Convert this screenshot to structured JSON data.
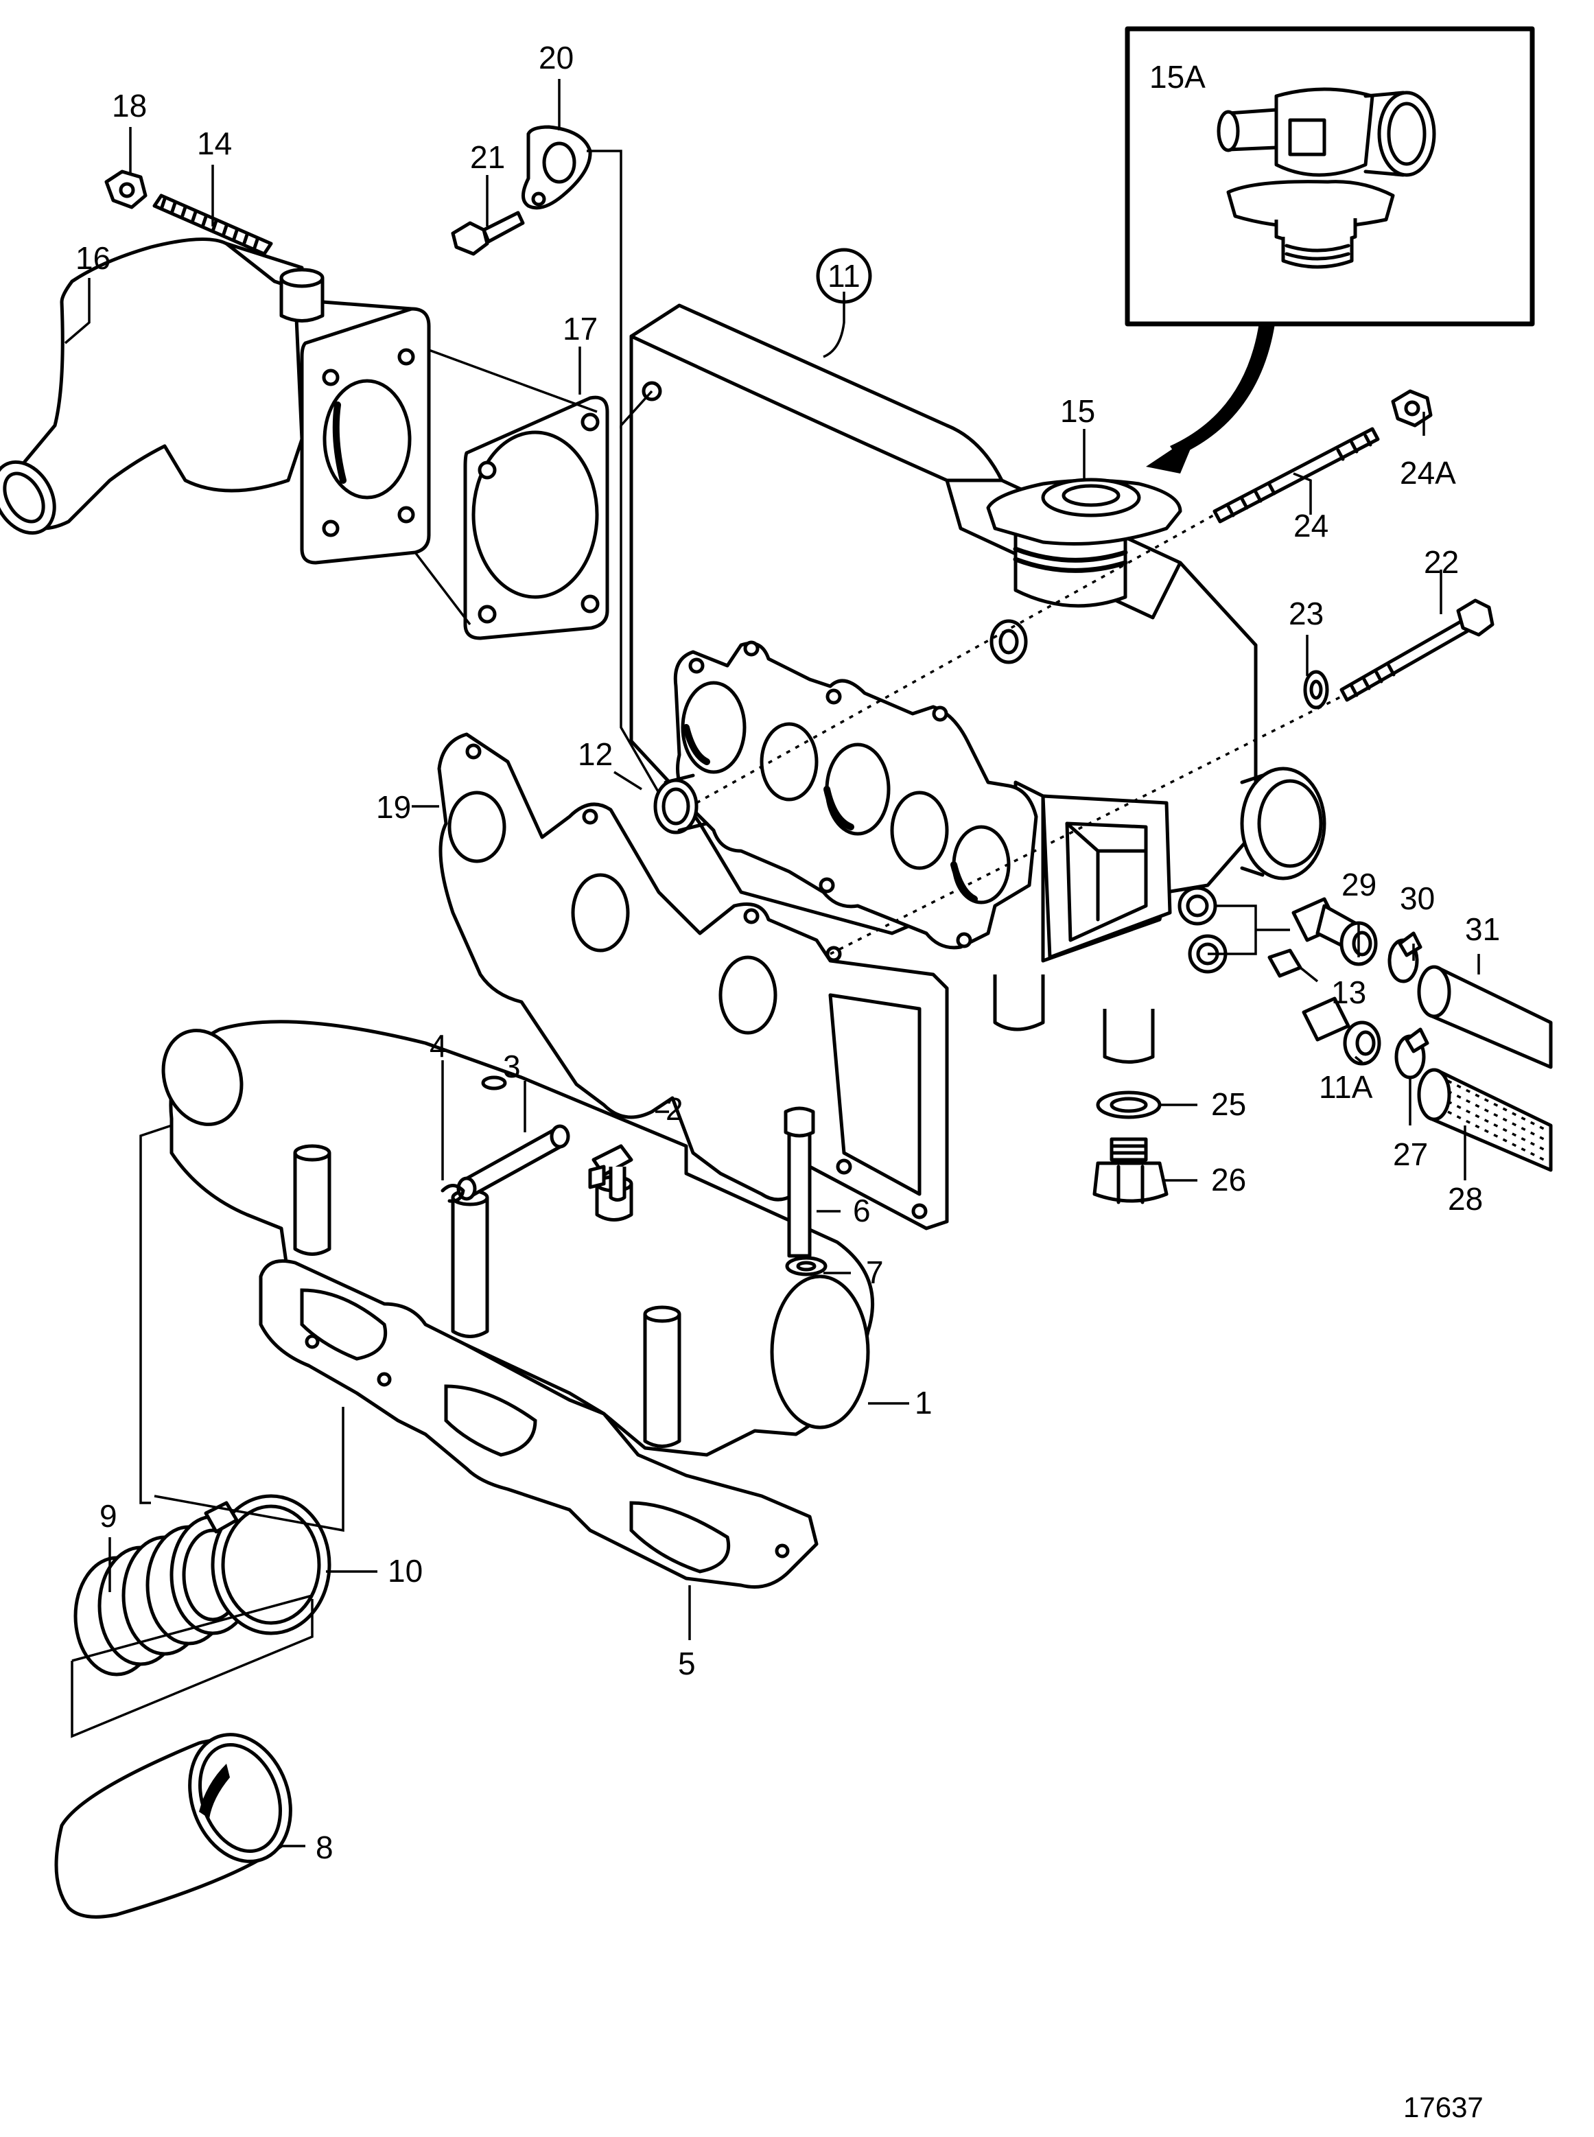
{
  "callouts": [
    {
      "id": "c1",
      "text": "1"
    },
    {
      "id": "c2",
      "text": "2"
    },
    {
      "id": "c3",
      "text": "3"
    },
    {
      "id": "c4",
      "text": "4"
    },
    {
      "id": "c5",
      "text": "5"
    },
    {
      "id": "c6",
      "text": "6"
    },
    {
      "id": "c7",
      "text": "7"
    },
    {
      "id": "c8",
      "text": "8"
    },
    {
      "id": "c9",
      "text": "9"
    },
    {
      "id": "c10",
      "text": "10"
    },
    {
      "id": "c11",
      "text": "11"
    },
    {
      "id": "c11a",
      "text": "11A"
    },
    {
      "id": "c12",
      "text": "12"
    },
    {
      "id": "c13",
      "text": "13"
    },
    {
      "id": "c14",
      "text": "14"
    },
    {
      "id": "c15",
      "text": "15"
    },
    {
      "id": "c15a",
      "text": "15A"
    },
    {
      "id": "c16",
      "text": "16"
    },
    {
      "id": "c17",
      "text": "17"
    },
    {
      "id": "c18",
      "text": "18"
    },
    {
      "id": "c19",
      "text": "19"
    },
    {
      "id": "c20",
      "text": "20"
    },
    {
      "id": "c21",
      "text": "21"
    },
    {
      "id": "c22",
      "text": "22"
    },
    {
      "id": "c23",
      "text": "23"
    },
    {
      "id": "c24",
      "text": "24"
    },
    {
      "id": "c24a",
      "text": "24A"
    },
    {
      "id": "c25",
      "text": "25"
    },
    {
      "id": "c26",
      "text": "26"
    },
    {
      "id": "c27",
      "text": "27"
    },
    {
      "id": "c28",
      "text": "28"
    },
    {
      "id": "c29",
      "text": "29"
    },
    {
      "id": "c30",
      "text": "30"
    },
    {
      "id": "c31",
      "text": "31"
    }
  ],
  "figure_number": "17637"
}
